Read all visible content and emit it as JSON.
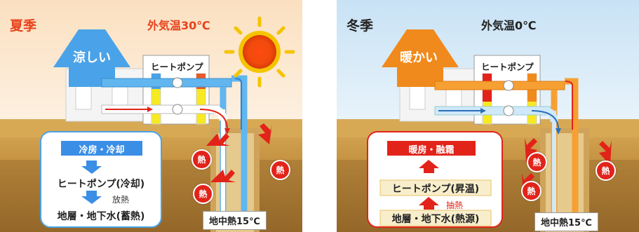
{
  "summer": {
    "season": "夏季",
    "outdoor_temp": "外気温30℃",
    "house_label": "涼しい",
    "heatpump_label": "ヒートポンプ",
    "flow": [
      "冷房・冷却",
      "ヒートポンプ(冷却)",
      "地層・地下水(蓄熱)"
    ],
    "action_label": "放熱",
    "heat_labels": [
      "熱",
      "熱",
      "熱"
    ],
    "ground_temp": "地中熱15℃",
    "colors": {
      "season": "#e8421c",
      "outdoor": "#e8421c",
      "house": "#4aa3e8",
      "sky_top": "#fbe3c4"
    }
  },
  "winter": {
    "season": "冬季",
    "outdoor_temp": "外気温0℃",
    "house_label": "暖かい",
    "heatpump_label": "ヒートポンプ",
    "flow": [
      "暖房・融霜",
      "ヒートポンプ(昇温)",
      "地層・地下水(熱源)"
    ],
    "action_label": "抽熱",
    "heat_labels": [
      "熱",
      "熱",
      "熱"
    ],
    "ground_temp": "地中熱15℃",
    "colors": {
      "season": "#222222",
      "outdoor": "#222222",
      "house": "#f08a1c",
      "sky_top": "#cfe6f7"
    }
  }
}
